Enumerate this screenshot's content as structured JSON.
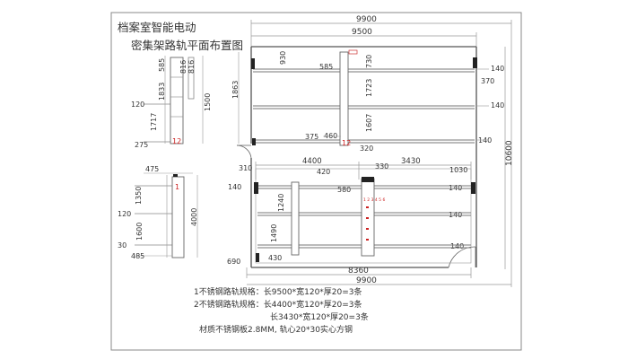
{
  "title": {
    "line1": "档案室智能电动",
    "line2": "密集架路轨平面布置图"
  },
  "dimensions": {
    "top_overall": "9900",
    "top_inner": "9500",
    "bottom_overall": "9900",
    "bottom_inner": "8360",
    "right_height": "10600",
    "upper_930": "930",
    "upper_585": "585",
    "upper_730": "730",
    "upper_370": "370",
    "upper_1863": "1863",
    "upper_1723": "1723",
    "upper_1607": "1607",
    "upper_375": "375",
    "upper_460": "460",
    "upper_320": "320",
    "right_140_a": "140",
    "right_140_b": "140",
    "right_140_c": "140",
    "lower_4400": "4400",
    "lower_3430": "3430",
    "lower_420": "420",
    "lower_330": "330",
    "lower_1030": "1030",
    "lower_580": "580",
    "lower_310": "310",
    "lower_140_left": "140",
    "lower_1240": "1240",
    "lower_1490": "1490",
    "lower_430": "430",
    "lower_690": "690",
    "lower_140_r1": "140",
    "lower_140_r2": "140",
    "lower_140_r3": "140"
  },
  "detail_top": {
    "d585": "585",
    "d1833": "1833",
    "d816a": "816",
    "d816b": "816",
    "d1500": "1500",
    "d120": "120",
    "d1717": "1717",
    "d275": "275",
    "label": "12"
  },
  "detail_bottom": {
    "d475": "475",
    "d1350": "1350",
    "d120": "120",
    "d1600": "1600",
    "d4000": "4000",
    "d30": "30",
    "d485": "485",
    "label": "1"
  },
  "plan_labels": {
    "label_12": "12",
    "label_1": "1",
    "label_small": "1 2 3 4 5 6"
  },
  "notes": {
    "line1": "1不锈钢路轨规格：长9500*宽120*厚20=3条",
    "line2": "2不锈钢路轨规格：长4400*宽120*厚20=3条",
    "line3": "长3430*宽120*厚20=3条",
    "line4": "材质不锈钢板2.8MM, 轨心20*30实心方钢"
  },
  "colors": {
    "line": "#666666",
    "dim": "#999999",
    "wall": "#555555",
    "red": "#cc2222",
    "green": "#2a9d4b",
    "text": "#333333"
  }
}
